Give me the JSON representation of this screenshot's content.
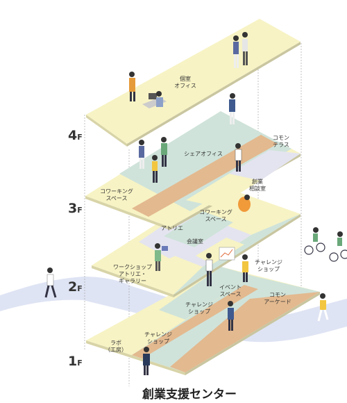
{
  "floors": {
    "f4": {
      "num": "4",
      "suffix": "F"
    },
    "f3": {
      "num": "3",
      "suffix": "F"
    },
    "f2": {
      "num": "2",
      "suffix": "F"
    },
    "f1": {
      "num": "1",
      "suffix": "F"
    }
  },
  "rooms": {
    "private_office": [
      "個室",
      "オフィス"
    ],
    "share_office": "シェアオフィス",
    "common_terrace": [
      "コモン",
      "テラス"
    ],
    "coworking_4f": [
      "コワーキング",
      "スペース"
    ],
    "consult_room": [
      "創業",
      "相談室"
    ],
    "coworking_3f": [
      "コワーキング",
      "スペース"
    ],
    "atelier": "アトリエ",
    "meeting_room": "会議室",
    "workshop": [
      "ワークショップ",
      "アトリエ・",
      "ギャラリー"
    ],
    "challenge_shop_2f": [
      "チャレンジ",
      "ショップ"
    ],
    "event_space": [
      "イベント",
      "スペース"
    ],
    "challenge_shop_1f_center": [
      "チャレンジ",
      "ショップ"
    ],
    "common_arcade": [
      "コモン",
      "アーケード"
    ],
    "challenge_shop_1f_left": [
      "チャレンジ",
      "ショップ"
    ],
    "lab": [
      "ラボ",
      "（工房）"
    ]
  },
  "title": "創業支援センター",
  "colors": {
    "cream": "#f7f3c4",
    "mint": "#cfe3da",
    "tan": "#e3b98f",
    "lavender": "#e4e4f0",
    "river": "#dfe4f4",
    "text": "#333333"
  }
}
